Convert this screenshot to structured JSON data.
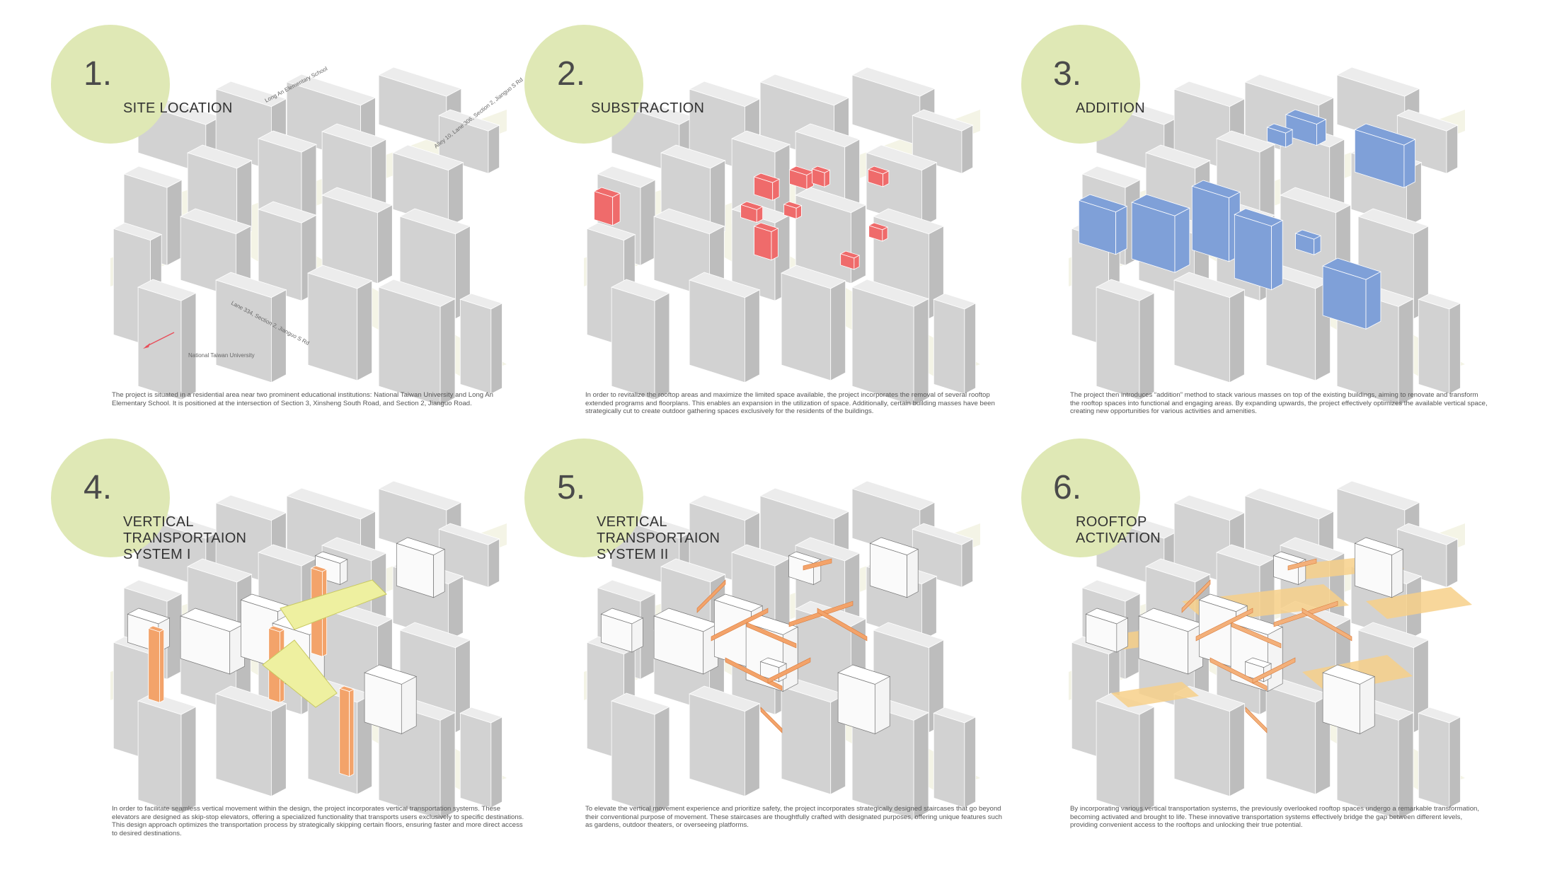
{
  "steps": [
    {
      "number": "1.",
      "title": "SITE  LOCATION",
      "description": "The project is situated in a residential area near two prominent educational institutions: National Taiwan University and Long An Elementary School. It is positioned at the intersection of Section 3, Xinsheng South Road, and Section 2, Jianguo Road.",
      "labels": {
        "school": "Long An Elementary School",
        "alley": "Alley 10, Lane 306, Section 2, Jianguo S Rd",
        "lane": "Lane 334, Section 2, Jianguo S Rd",
        "university": "National Taiwan University"
      },
      "accent": "#e8505b"
    },
    {
      "number": "2.",
      "title": "SUBSTRACTION",
      "description": "In order to revitalize the rooftop areas and maximize the limited space available, the project incorporates the removal of several rooftop extended programs and floorplans. This enables an expansion in the utilization of space. Additionally, certain building masses have been strategically cut to create outdoor gathering spaces exclusively for the residents of the buildings.",
      "accent": "#ef6b6b"
    },
    {
      "number": "3.",
      "title": "ADDITION",
      "description": "The project then introduces “addition” method to stack various masses on top of the existing buildings, aiming to renovate and transform the rooftop spaces into functional and engaging areas. By expanding upwards, the project effectively optimizes the available vertical space, creating new opportunities for various activities and amenities.",
      "accent": "#7fa0d8"
    },
    {
      "number": "4.",
      "title_lines": [
        "VERTICAL",
        "TRANSPORTAION",
        "SYSTEM I"
      ],
      "description": "In order to facilitate seamless vertical movement within the design, the project incorporates vertical transportation systems. These elevators are designed as skip-stop elevators, offering a specialized functionality that transports users exclusively to specific destinations. This design approach optimizes the transportation process by strategically skipping certain floors, ensuring faster and more direct access to desired destinations.",
      "accent": "#f3a36a"
    },
    {
      "number": "5.",
      "title_lines": [
        "VERTICAL",
        "TRANSPORTAION",
        "SYSTEM II"
      ],
      "description": "To elevate the vertical movement experience and prioritize safety, the project incorporates strategically designed staircases that go beyond their conventional purpose of movement. These staircases are thoughtfully crafted with designated purposes, offering unique features such as gardens, outdoor theaters, or overseeing platforms.",
      "accent": "#f3a36a"
    },
    {
      "number": "6.",
      "title_lines": [
        "ROOFTOP",
        "ACTIVATION"
      ],
      "description": "By incorporating various vertical transportation systems, the previously overlooked rooftop spaces undergo a remarkable transformation, becoming activated and brought to life. These innovative transportation systems effectively bridge the gap between different levels, providing convenient access to the rooftops and unlocking their true potential.",
      "accent": "#f5c46a"
    }
  ],
  "colors": {
    "circle": "#dfe8b5",
    "building_top": "#ececec",
    "building_left": "#d2d2d2",
    "building_right": "#bdbdbd",
    "road": "#f4f4e6"
  }
}
